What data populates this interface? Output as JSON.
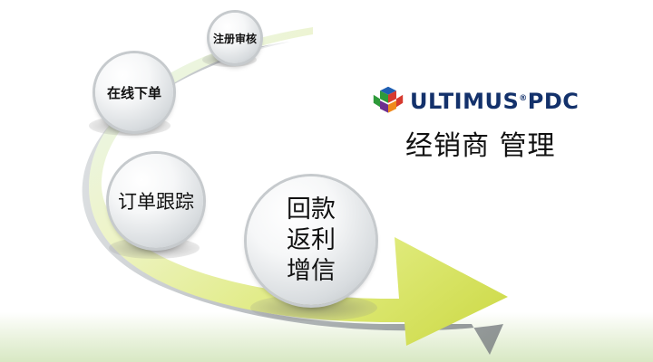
{
  "steps": [
    {
      "label": "注册审核"
    },
    {
      "label": "在线下单"
    },
    {
      "label": "订单跟踪"
    },
    {
      "lines": [
        "回款",
        "返利",
        "增信"
      ]
    }
  ],
  "brand": {
    "name": "ULTIMUS",
    "registered": "®",
    "suffix": "PDC",
    "subtitle": "经销商 管理",
    "colors": {
      "navy": "#13316b",
      "blue": "#1f5fb3",
      "red": "#d63a2f",
      "orange": "#f08a1c",
      "green": "#2e9a3a",
      "purple": "#6d2f8f"
    }
  },
  "colors": {
    "arrow_light": "#f3f7c6",
    "arrow_mid": "#dbe86b",
    "arrow_dark": "#c6d43b",
    "shadow": "#9aa0a6"
  }
}
